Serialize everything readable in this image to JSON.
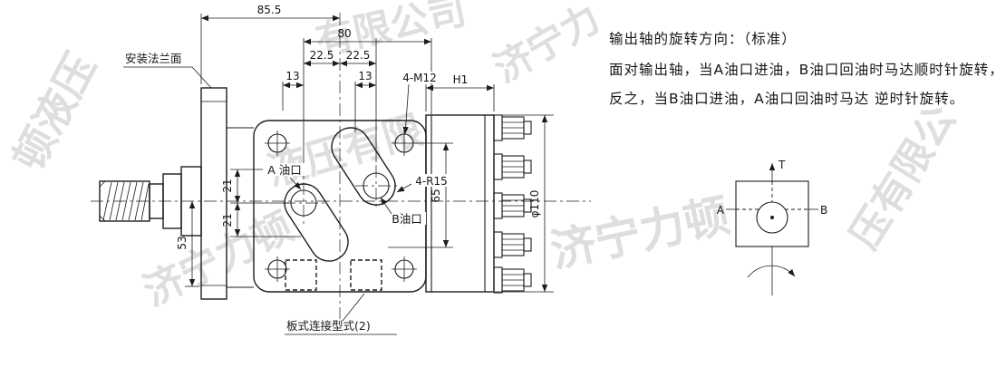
{
  "watermarks": [
    {
      "text": "顿液压"
    },
    {
      "text": "有限公司"
    },
    {
      "text": "济宁力"
    },
    {
      "text": "液压有限"
    },
    {
      "text": "济宁力顿"
    },
    {
      "text": "济宁力顿"
    },
    {
      "text": "压有限公"
    }
  ],
  "drawing": {
    "labels": {
      "mount_flange": "安装法兰面",
      "bolt_holes": "4-M12",
      "h1": "H1",
      "port_a": "A 油口",
      "slot_radius": "4-R15",
      "port_b": "B油口",
      "connection_type": "板式连接型式(2)"
    },
    "dimensions": {
      "overall": "85.5",
      "body_width": "80",
      "port_offset_left": "22.5",
      "port_offset_right": "22.5",
      "slot_offset_left": "13",
      "slot_offset_right": "13",
      "port_up": "21",
      "port_down": "21",
      "flange_bottom": "53",
      "bolt_spacing": "65",
      "housing_dia": "φ110"
    }
  },
  "notes": {
    "title": "输出轴的旋转方向：（标准）",
    "line1": "面对输出轴，当A油口进油，B油口回油时马达顺时针旋转，",
    "line2": "反之，当B油口进油，A油口回油时马达 逆时针旋转。"
  },
  "schematic": {
    "label_t": "T",
    "label_a": "A",
    "label_b": "B"
  }
}
